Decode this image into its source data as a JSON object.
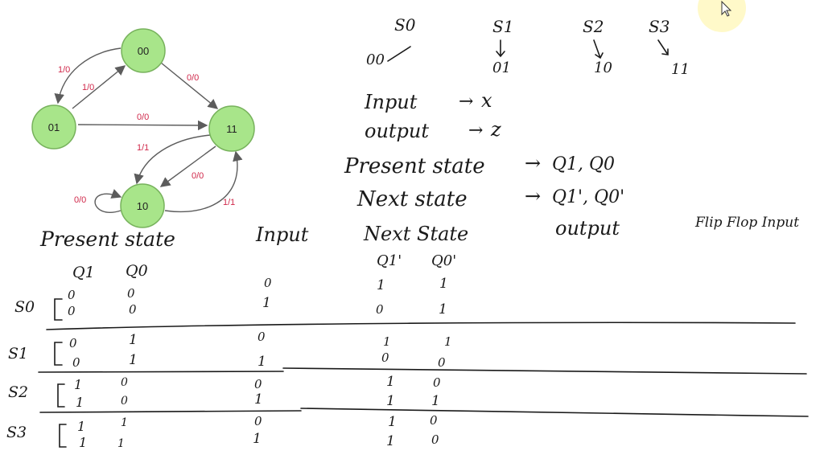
{
  "state_diagram": {
    "nodes": [
      {
        "id": "n00",
        "label": "00"
      },
      {
        "id": "n01",
        "label": "01"
      },
      {
        "id": "n11",
        "label": "11"
      },
      {
        "id": "n10",
        "label": "10"
      }
    ],
    "edges": [
      {
        "id": "e00-01",
        "from": "00",
        "to": "01",
        "label": "1/0"
      },
      {
        "id": "e01-00",
        "from": "01",
        "to": "00",
        "label": "1/0"
      },
      {
        "id": "e00-11",
        "from": "00",
        "to": "11",
        "label": "0/0"
      },
      {
        "id": "e01-11",
        "from": "01",
        "to": "11",
        "label": "0/0"
      },
      {
        "id": "e11-10",
        "from": "11",
        "to": "10",
        "label": "1/1"
      },
      {
        "id": "e10-11a",
        "from": "11",
        "to": "10",
        "label": "0/0"
      },
      {
        "id": "e10-10",
        "from": "10",
        "to": "10",
        "label": "0/0"
      },
      {
        "id": "e10-11b",
        "from": "10",
        "to": "11",
        "label": "1/1"
      }
    ]
  },
  "state_codes": [
    {
      "state": "S0",
      "code": "00"
    },
    {
      "state": "S1",
      "code": "01"
    },
    {
      "state": "S2",
      "code": "10"
    },
    {
      "state": "S3",
      "code": "11"
    }
  ],
  "definitions": [
    {
      "term": "Input",
      "value": "x"
    },
    {
      "term": "output",
      "value": "z"
    },
    {
      "term": "Present state",
      "value": "Q1, Q0"
    },
    {
      "term": "Next state",
      "value": "Q1', Q0'"
    }
  ],
  "table": {
    "headers": {
      "present_state": "Present state",
      "input": "Input",
      "next_state": "Next State",
      "output": "output",
      "flipflop": "Flip Flop Input"
    },
    "subheaders": {
      "q1": "Q1",
      "q0": "Q0",
      "q1n": "Q1'",
      "q0n": "Q0'"
    },
    "rows": [
      {
        "state": "S0",
        "q1": "0",
        "q0": "0",
        "x": "0",
        "q1n": "1",
        "q0n": "1"
      },
      {
        "state": "",
        "q1": "0",
        "q0": "0",
        "x": "1",
        "q1n": "0",
        "q0n": "1"
      },
      {
        "state": "S1",
        "q1": "0",
        "q0": "1",
        "x": "0",
        "q1n": "1",
        "q0n": "1"
      },
      {
        "state": "",
        "q1": "0",
        "q0": "1",
        "x": "1",
        "q1n": "0",
        "q0n": "0"
      },
      {
        "state": "S2",
        "q1": "1",
        "q0": "0",
        "x": "0",
        "q1n": "1",
        "q0n": "0"
      },
      {
        "state": "",
        "q1": "1",
        "q0": "0",
        "x": "1",
        "q1n": "1",
        "q0n": "1"
      },
      {
        "state": "S3",
        "q1": "1",
        "q0": "1",
        "x": "0",
        "q1n": "1",
        "q0n": "0"
      },
      {
        "state": "",
        "q1": "1",
        "q0": "1",
        "x": "1",
        "q1n": "1",
        "q0n": "0"
      }
    ]
  },
  "colors": {
    "node_fill": "#a8e58a",
    "edge_label": "#d0284a",
    "cursor_highlight": "#fff9c9"
  },
  "cursor_icon": "mouse-pointer-icon"
}
